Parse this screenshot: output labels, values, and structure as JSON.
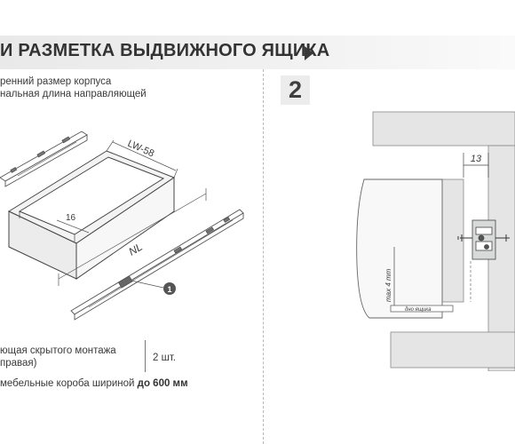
{
  "header": {
    "title": "И РАЗМЕТКА ВЫДВИЖНОГО ЯЩИКА"
  },
  "legend": [
    "ренний размер корпуса",
    "нальная длина направляющей"
  ],
  "step_number": "2",
  "drawer_diagram": {
    "dimensions": {
      "lw_label": "LW-58",
      "side_offset": "16",
      "nl_label": "NL"
    },
    "callout_number": "1"
  },
  "section_diagram": {
    "gap_label": "13",
    "max_label": "max 4 mm",
    "bottom_label": "дно ящика"
  },
  "parts": [
    {
      "name_line1": "ющая скрытого монтажа",
      "name_line2": "правая)",
      "quantity": "2 шт."
    }
  ],
  "note": {
    "prefix": "мебельные короба шириной ",
    "emphasis": "до 600 мм"
  },
  "colors": {
    "header_bg": "#ececec",
    "text": "#3a3a3a",
    "panel": "#e4e5e4",
    "wood": "#f5f5f5"
  }
}
